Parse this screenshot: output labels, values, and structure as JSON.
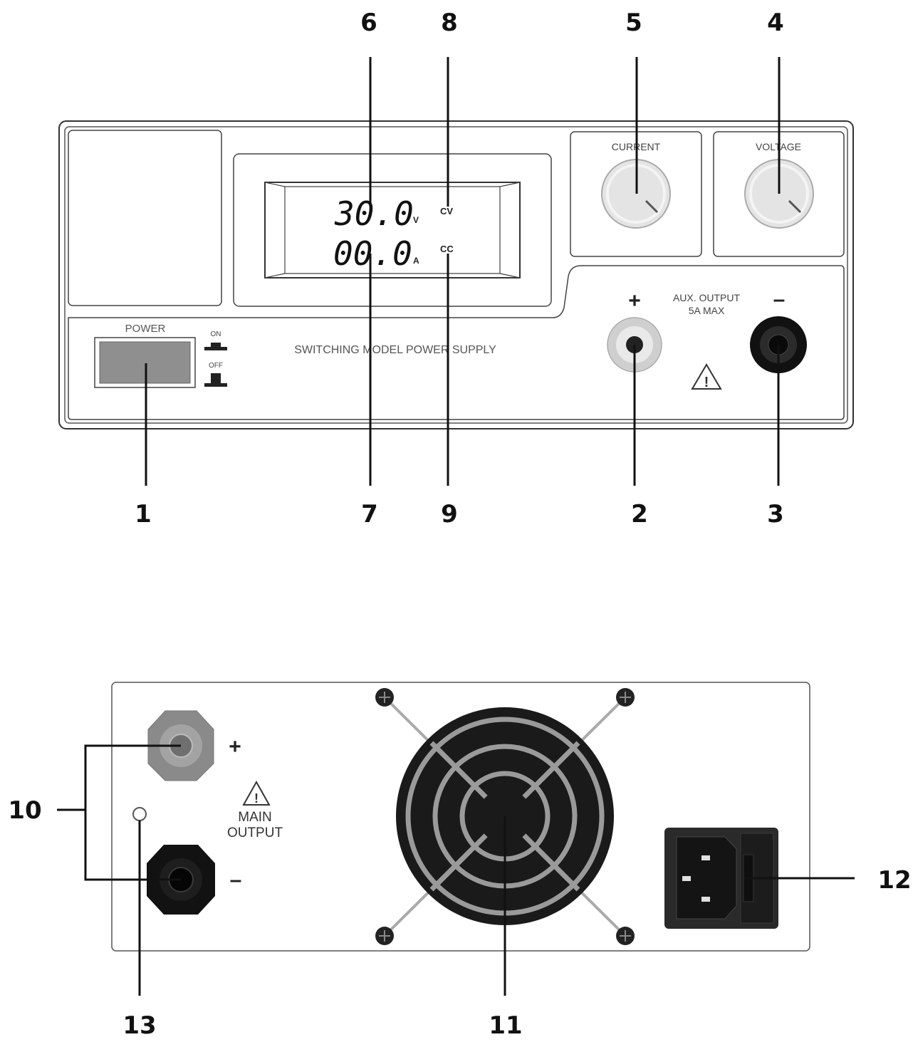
{
  "callouts": {
    "c1": "1",
    "c2": "2",
    "c3": "3",
    "c4": "4",
    "c5": "5",
    "c6": "6",
    "c7": "7",
    "c8": "8",
    "c9": "9",
    "c10": "10",
    "c11": "11",
    "c12": "12",
    "c13": "13"
  },
  "front_panel": {
    "knob_current_label": "CURRENT",
    "knob_voltage_label": "VOLTAGE",
    "power_label": "POWER",
    "switch_on": "ON",
    "switch_off": "OFF",
    "model_text": "SWITCHING MODEL POWER SUPPLY",
    "aux_output_line1": "AUX. OUTPUT",
    "aux_output_line2": "5A MAX",
    "aux_plus": "+",
    "aux_minus": "–",
    "display": {
      "voltage": "30.0",
      "voltage_unit": "V",
      "current": "00.0",
      "current_unit": "A",
      "cv": "CV",
      "cc": "CC"
    }
  },
  "rear_panel": {
    "main_plus": "+",
    "main_minus": "–",
    "main_output_line1": "MAIN",
    "main_output_line2": "OUTPUT"
  },
  "colors": {
    "outline": "#333333",
    "knob_fill": "#e4e4e4",
    "fan_black": "#1a1a1a",
    "fan_grille": "#9a9a9a",
    "aux_plus_terminal": "#cfcfcf",
    "aux_minus_terminal": "#111111"
  }
}
